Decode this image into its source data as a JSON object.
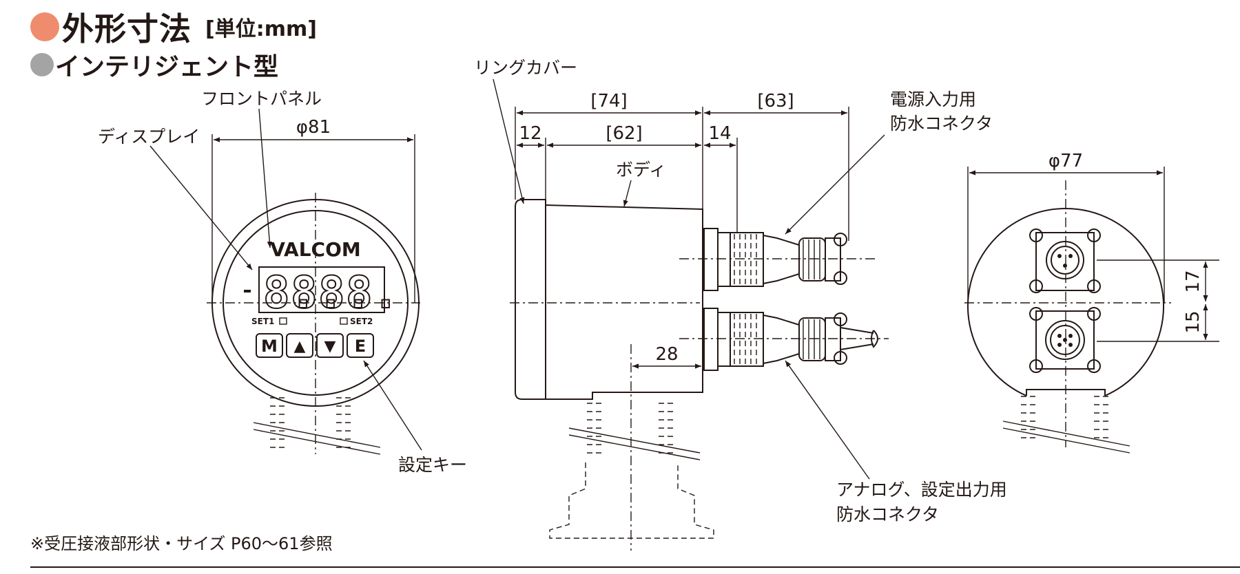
{
  "header": {
    "title": "外形寸法",
    "unit": "[単位:mm]",
    "subtitle": "インテリジェント型"
  },
  "front_view": {
    "brand": "VALCOM",
    "label_display": "ディスプレイ",
    "label_front_panel": "フロントパネル",
    "label_keys": "設定キー",
    "dim_diameter": "φ81",
    "set1": "SET1",
    "set2": "SET2",
    "keys": [
      "M",
      "▲",
      "▼",
      "E"
    ]
  },
  "side_view": {
    "label_ring_cover": "リングカバー",
    "label_body": "ボディ",
    "label_power_connector_1": "電源入力用",
    "label_power_connector_2": "防水コネクタ",
    "label_output_connector_1": "アナログ、設定出力用",
    "label_output_connector_2": "防水コネクタ",
    "dim_74": "[74]",
    "dim_63": "[63]",
    "dim_12": "12",
    "dim_62": "[62]",
    "dim_14": "14",
    "dim_28": "28"
  },
  "rear_view": {
    "dim_diameter": "φ77",
    "dim_17": "17",
    "dim_15": "15"
  },
  "footnote": "※受圧接液部形状・サイズ P60〜61参照"
}
